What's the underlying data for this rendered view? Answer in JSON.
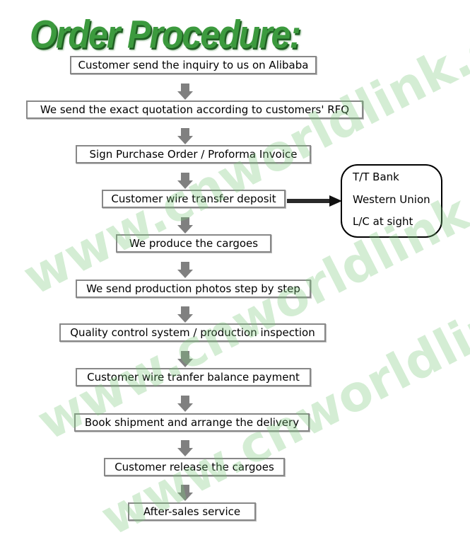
{
  "title": "Order Procedure:",
  "steps": [
    "Customer send the inquiry to us on Alibaba",
    "We send the exact quotation according to customers' RFQ",
    "Sign Purchase Order / Proforma Invoice",
    "Customer wire transfer deposit",
    "We produce the cargoes",
    "We send production photos step by step",
    "Quality control system / production inspection",
    "Customer wire tranfer balance payment",
    "Book shipment and arrange the delivery",
    "Customer release the cargoes",
    "After-sales service"
  ],
  "payment_methods": [
    "T/T Bank",
    "Western Union",
    "L/C at sight"
  ],
  "watermark": "www.cnworldlink.com",
  "colors": {
    "title": "#3c9a3e",
    "arrow": "#808080",
    "watermark": "#78c878"
  }
}
